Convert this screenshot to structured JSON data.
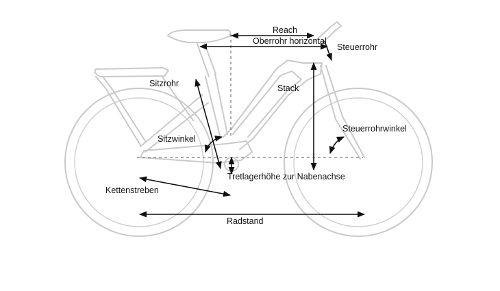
{
  "labels": {
    "reach": "Reach",
    "top_tube": "Oberrohr horizontal",
    "head_tube": "Steuerrohr",
    "seat_tube": "Sitzrohr",
    "stack": "Stack",
    "seat_angle": "Sitzwinkel",
    "head_angle": "Steuerrohrwinkel",
    "bb_drop": "Tretlagerhöhe zur Nabenachse",
    "chainstay": "Kettenstreben",
    "wheelbase": "Radstand"
  },
  "colors": {
    "bike_outline": "#c9c9c9",
    "measure_line": "#111111"
  }
}
